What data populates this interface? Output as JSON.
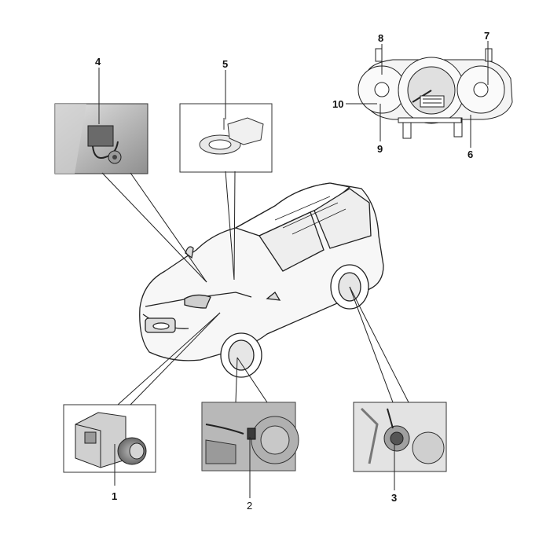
{
  "callouts": {
    "c1": "1",
    "c2": "2",
    "c3": "3",
    "c4": "4",
    "c5": "5",
    "c6": "6",
    "c7": "7",
    "c8": "8",
    "c9": "9",
    "c10": "10"
  },
  "colors": {
    "line": "#222222",
    "box": "#333333",
    "photo_dark": "#3a3a3a",
    "photo_mid": "#8a8a8a",
    "photo_light": "#d8d8d8"
  }
}
